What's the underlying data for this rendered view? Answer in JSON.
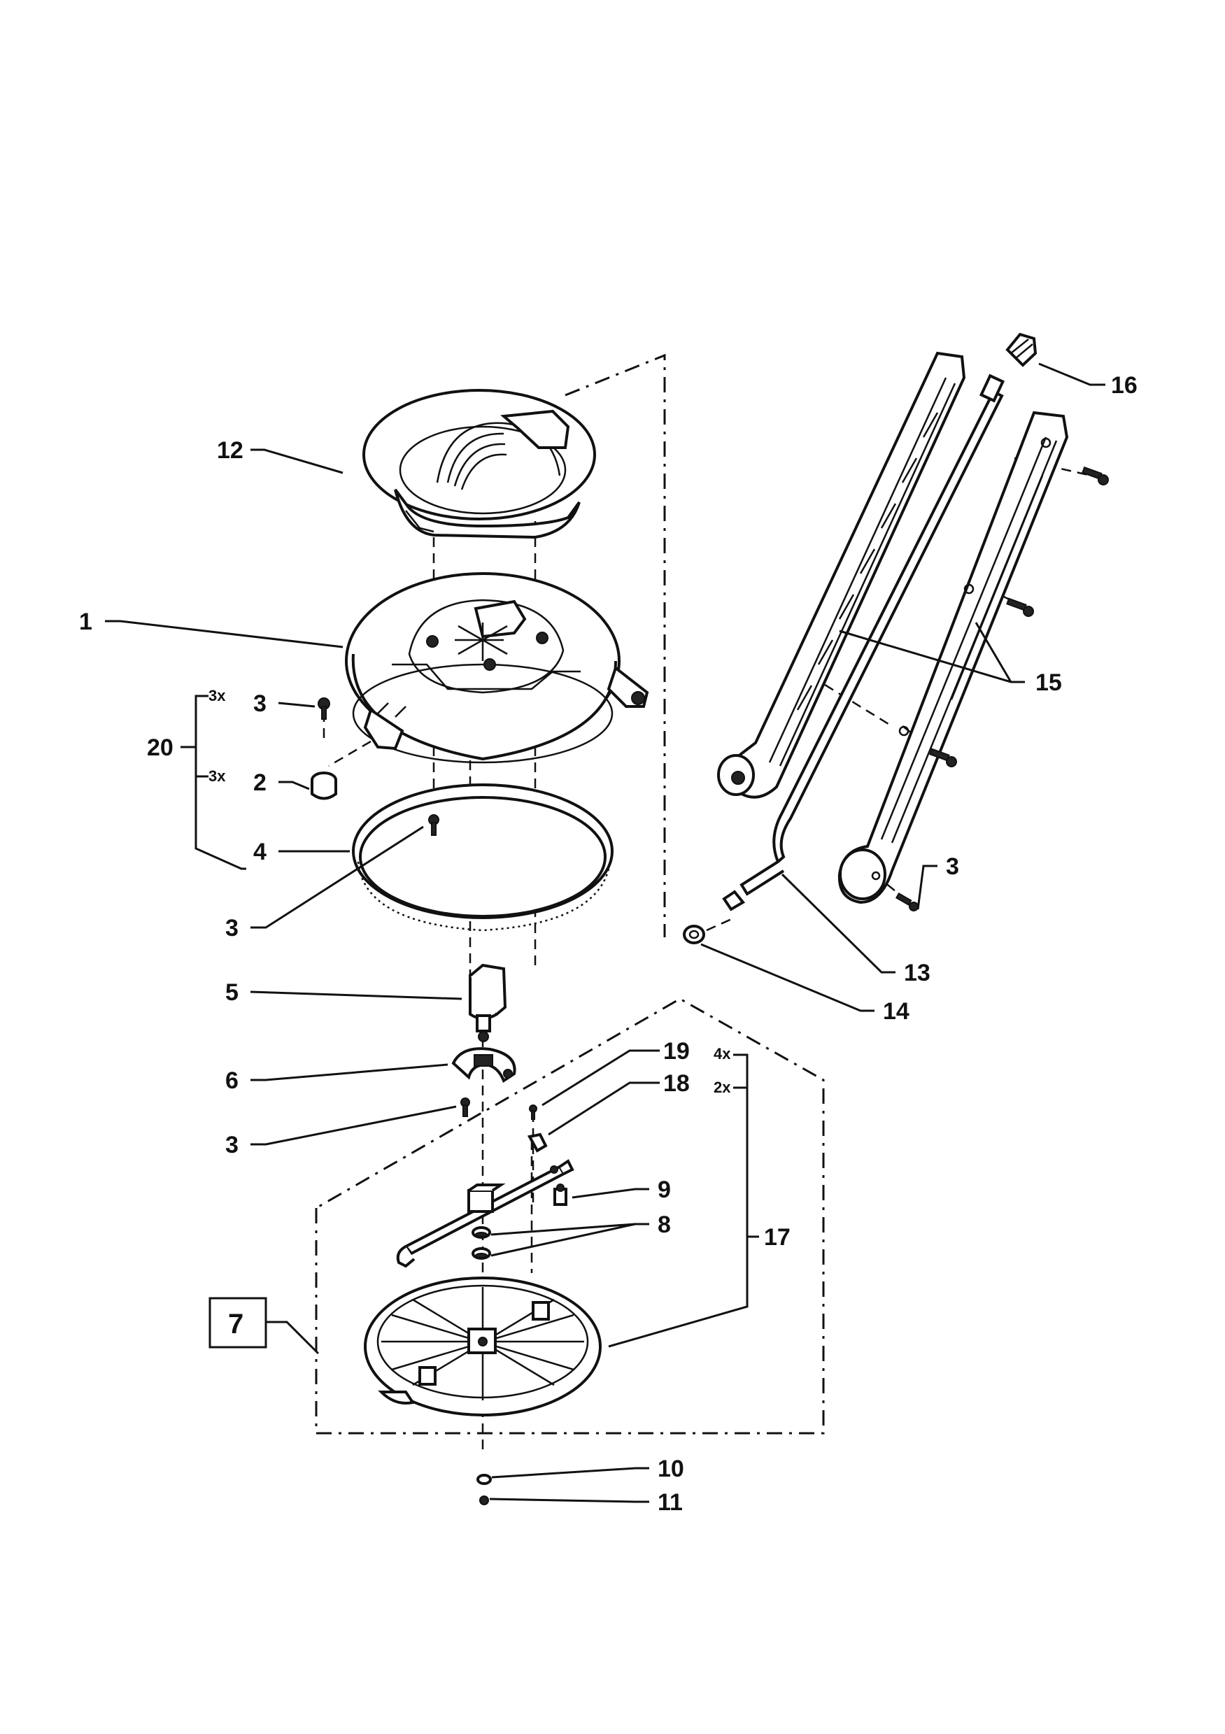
{
  "callouts": {
    "c1": "1",
    "c2": "2",
    "c3a": "3",
    "c3b": "3",
    "c3c": "3",
    "c3d": "3",
    "c4": "4",
    "c5": "5",
    "c6": "6",
    "c7": "7",
    "c8": "8",
    "c9": "9",
    "c10": "10",
    "c11": "11",
    "c12": "12",
    "c13": "13",
    "c14": "14",
    "c15": "15",
    "c16": "16",
    "c17": "17",
    "c18": "18",
    "c19": "19",
    "c20": "20"
  },
  "quantities": {
    "q3a": "3x",
    "q2": "3x",
    "q19": "4x",
    "q18": "2x"
  }
}
